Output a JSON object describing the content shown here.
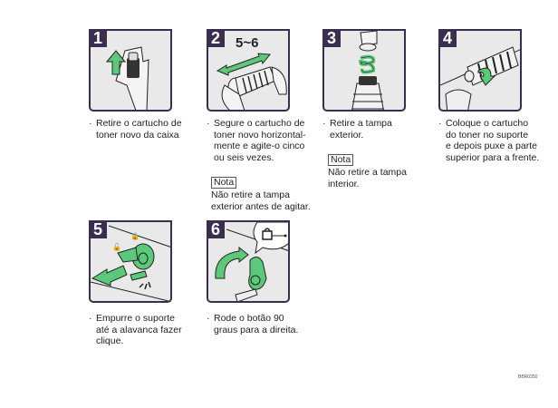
{
  "steps": [
    {
      "number": "1",
      "caption": [
        "Retire o cartucho de",
        "toner novo da caixa"
      ]
    },
    {
      "number": "2",
      "badge": "5~6",
      "caption": [
        "Segure o cartucho de",
        "toner novo horizontal-",
        "mente e agite-o cinco",
        "ou seis vezes."
      ],
      "note": {
        "label": "Nota",
        "text": [
          "Não retire a tampa",
          "exterior antes de agitar."
        ]
      }
    },
    {
      "number": "3",
      "caption": [
        "Retire a tampa",
        "exterior."
      ],
      "note": {
        "label": "Nota",
        "text": [
          "Não retire a tampa",
          "interior."
        ]
      }
    },
    {
      "number": "4",
      "caption": [
        "Coloque o cartucho",
        "do toner no suporte",
        "e depois puxe a parte",
        "superior para a frente."
      ]
    },
    {
      "number": "5",
      "caption": [
        "Empurre o suporte",
        "até a alavanca fazer",
        "clique."
      ]
    },
    {
      "number": "6",
      "caption": [
        "Rode o botão 90",
        "graus para a direita."
      ]
    }
  ],
  "bullet": "·",
  "figure_code": "BBR0350",
  "colors": {
    "frame": "#3a2e4f",
    "panel_bg": "#e9e9ea",
    "arrow_green": "#5cc87a"
  }
}
